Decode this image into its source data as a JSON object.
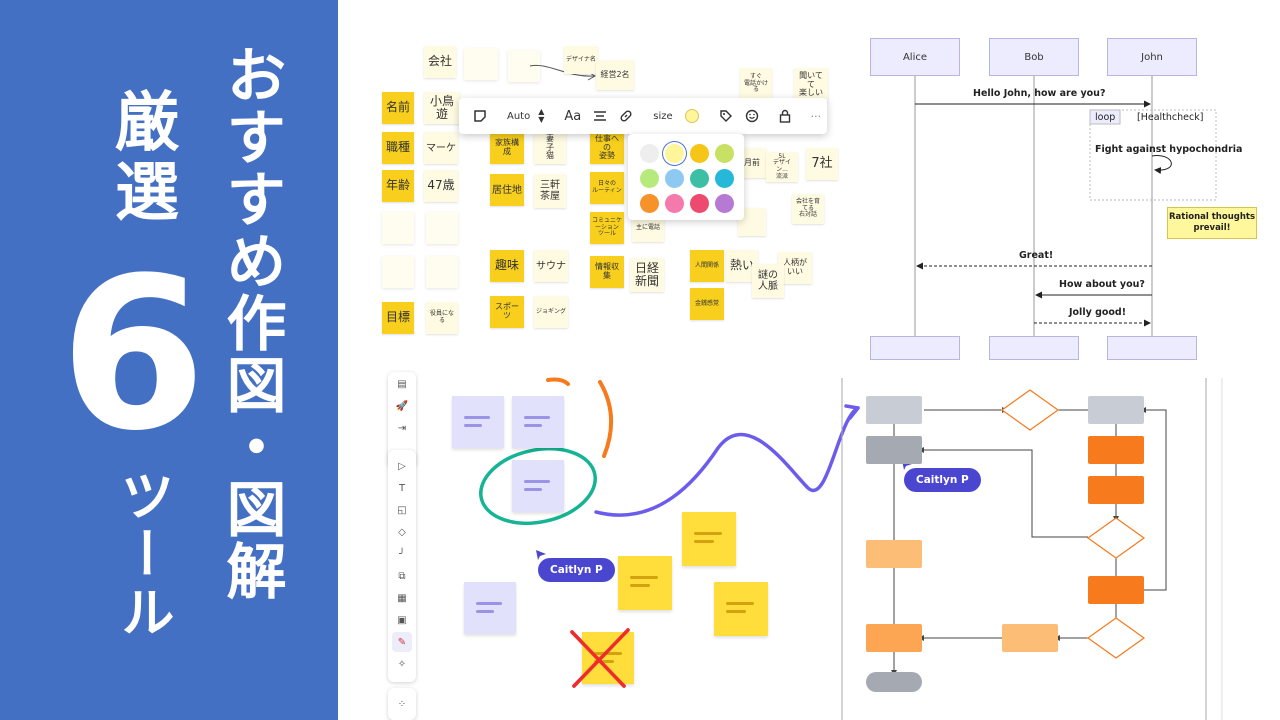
{
  "title": {
    "line1": "厳選",
    "number": "6",
    "line3": "ツール",
    "line2": "おすすめ作図・図解"
  },
  "sticky_board": {
    "notes": [
      {
        "text": "会社",
        "style": "pale"
      },
      {
        "text": "名前",
        "style": "dark"
      },
      {
        "text": "小鳥遊",
        "style": "pale"
      },
      {
        "text": "職種",
        "style": "dark"
      },
      {
        "text": "マーケ",
        "style": "pale"
      },
      {
        "text": "年齢",
        "style": "dark"
      },
      {
        "text": "47歳",
        "style": "pale"
      },
      {
        "text": "目標",
        "style": "dark"
      },
      {
        "text": "役員になる",
        "style": "pale"
      },
      {
        "text": "家族構成",
        "style": "dark"
      },
      {
        "text": "妻\n子\n猫",
        "style": "pale"
      },
      {
        "text": "居住地",
        "style": "dark"
      },
      {
        "text": "三軒\n茶屋",
        "style": "pale"
      },
      {
        "text": "趣味",
        "style": "dark"
      },
      {
        "text": "サウナ",
        "style": "pale"
      },
      {
        "text": "スポーツ",
        "style": "dark"
      },
      {
        "text": "ジョギング",
        "style": "pale"
      },
      {
        "text": "デザイナ名",
        "style": "pale"
      },
      {
        "text": "経営2名",
        "style": "pale"
      },
      {
        "text": "仕事への\n姿勢",
        "style": "dark"
      },
      {
        "text": "日々の\nルーティン",
        "style": "dark"
      },
      {
        "text": "コミュニケーション\nツール",
        "style": "dark"
      },
      {
        "text": "情報収集",
        "style": "dark"
      },
      {
        "text": "主に電話",
        "style": "pale"
      },
      {
        "text": "日経\n新聞",
        "style": "pale"
      },
      {
        "text": "すぐ\n電話かける",
        "style": "pale"
      },
      {
        "text": "聞いてて\n楽しい",
        "style": "pale"
      },
      {
        "text": "月前",
        "style": "pale"
      },
      {
        "text": "5L\nデザイン...\n流派",
        "style": "pale"
      },
      {
        "text": "7社",
        "style": "pale"
      },
      {
        "text": "会社を育てる\n右対話",
        "style": "pale"
      },
      {
        "text": "人間関係",
        "style": "dark"
      },
      {
        "text": "熱い",
        "style": "pale"
      },
      {
        "text": "人柄が\nいい",
        "style": "pale"
      },
      {
        "text": "謎の\n人脈",
        "style": "pale"
      },
      {
        "text": "金銭感覚",
        "style": "dark"
      }
    ],
    "toolbar": {
      "font_size_value": "Auto",
      "text_style_label": "Aa",
      "size_label": "size",
      "more_label": "···"
    },
    "palette_colors": [
      "#eeeeee",
      "#fff59a",
      "#f5c518",
      "#c8e064",
      "#b7ea7c",
      "#8ec9f2",
      "#3cbfa5",
      "#26b8d8",
      "#f7922a",
      "#f47aac",
      "#ec4a6e",
      "#b679d4"
    ]
  },
  "sequence_diagram": {
    "actors": [
      "Alice",
      "Bob",
      "John"
    ],
    "messages": [
      {
        "text": "Hello John, how are you?"
      },
      {
        "text": "Great!"
      },
      {
        "text": "How about you?"
      },
      {
        "text": "Jolly good!"
      }
    ],
    "loop_label": "loop",
    "loop_condition": "[Healthcheck]",
    "self_message": "Fight against hypochondria",
    "note_text": "Rational thoughts prevail!"
  },
  "whiteboard": {
    "cursor_badges": [
      "Caitlyn P",
      "Caitlyn P"
    ],
    "tool_icons": [
      "table-icon",
      "rocket-icon",
      "import-icon",
      "select-arrow-icon",
      "text-tool-icon",
      "sticky-tool-icon",
      "shapes-icon",
      "connector-icon",
      "frame-icon",
      "card-icon",
      "image-icon",
      "pen-icon",
      "magic-wand-icon",
      "apps-icon"
    ],
    "colors": {
      "purple_note": "#e2e1fb",
      "yellow_note": "#ffdd3a",
      "flow_gray": "#c8ccd4",
      "flow_orange": "#f77a1c",
      "flow_light_orange": "#fcbd77",
      "accent_purple": "#6b5ced",
      "accent_teal": "#16b394",
      "cross_red": "#ef2b2b"
    }
  }
}
